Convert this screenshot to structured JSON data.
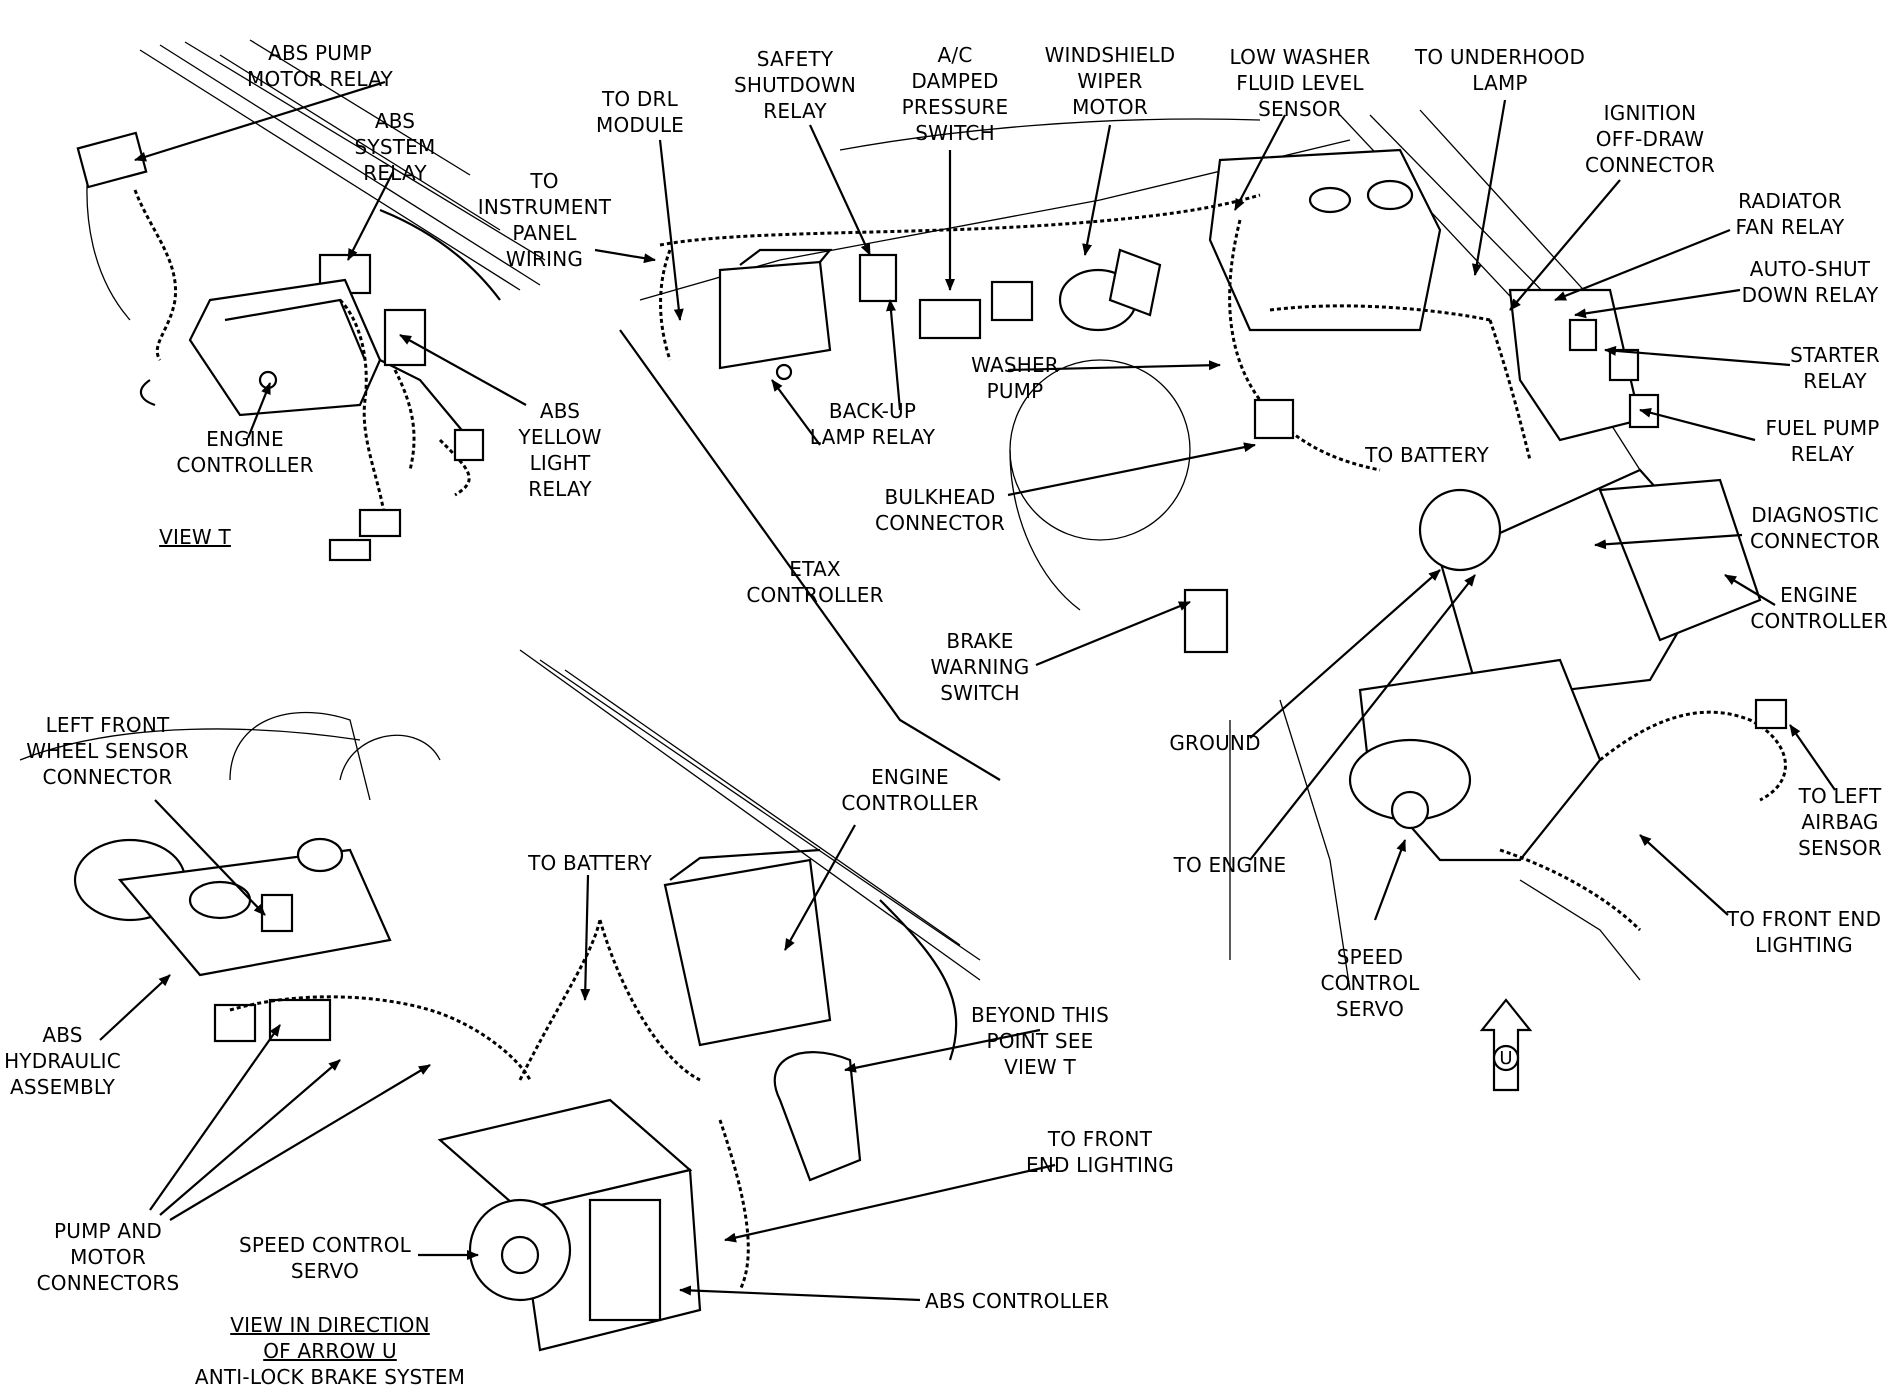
{
  "view_t": {
    "abs_pump_motor_relay": "ABS PUMP\nMOTOR RELAY",
    "abs_system_relay": "ABS\nSYSTEM\nRELAY",
    "engine_controller": "ENGINE\nCONTROLLER",
    "abs_yellow_light_relay": "ABS\nYELLOW\nLIGHT\nRELAY",
    "caption": "VIEW T"
  },
  "main": {
    "to_drl_module": "TO DRL\nMODULE",
    "to_instrument_panel_wiring": "TO\nINSTRUMENT\nPANEL\nWIRING",
    "safety_shutdown_relay": "SAFETY\nSHUTDOWN\nRELAY",
    "ac_damped_pressure_switch": "A/C\nDAMPED\nPRESSURE\nSWITCH",
    "windshield_wiper_motor": "WINDSHIELD\nWIPER\nMOTOR",
    "low_washer_fluid_level_sensor": "LOW WASHER\nFLUID LEVEL\nSENSOR",
    "to_underhood_lamp": "TO UNDERHOOD\nLAMP",
    "ignition_off_draw_connector": "IGNITION\nOFF-DRAW\nCONNECTOR",
    "radiator_fan_relay": "RADIATOR\nFAN RELAY",
    "auto_shut_down_relay": "AUTO-SHUT\nDOWN RELAY",
    "starter_relay": "STARTER\nRELAY",
    "fuel_pump_relay": "FUEL PUMP\nRELAY",
    "diagnostic_connector": "DIAGNOSTIC\nCONNECTOR",
    "engine_controller": "ENGINE\nCONTROLLER",
    "to_left_airbag_sensor": "TO LEFT\nAIRBAG\nSENSOR",
    "to_front_end_lighting": "TO FRONT END\nLIGHTING",
    "washer_pump": "WASHER\nPUMP",
    "back_up_lamp_relay": "BACK-UP\nLAMP RELAY",
    "to_battery": "TO BATTERY",
    "bulkhead_connector": "BULKHEAD\nCONNECTOR",
    "etax_controller": "ETAX\nCONTROLLER",
    "brake_warning_switch": "BRAKE\nWARNING\nSWITCH",
    "ground": "GROUND",
    "to_engine": "TO ENGINE",
    "speed_control_servo": "SPEED\nCONTROL\nSERVO",
    "arrow_u_letter": "U"
  },
  "view_u": {
    "left_front_wheel_sensor_connector": "LEFT FRONT\nWHEEL SENSOR\nCONNECTOR",
    "to_battery": "TO BATTERY",
    "engine_controller": "ENGINE\nCONTROLLER",
    "abs_hydraulic_assembly": "ABS\nHYDRAULIC\nASSEMBLY",
    "beyond_this_point": "BEYOND THIS\nPOINT SEE\nVIEW T",
    "to_front_end_lighting": "TO FRONT\nEND LIGHTING",
    "pump_and_motor_connectors": "PUMP AND\nMOTOR\nCONNECTORS",
    "speed_control_servo": "SPEED CONTROL\nSERVO",
    "abs_controller": "ABS CONTROLLER",
    "caption": "VIEW IN DIRECTION\nOF ARROW U",
    "subtitle": "ANTI-LOCK BRAKE SYSTEM"
  }
}
